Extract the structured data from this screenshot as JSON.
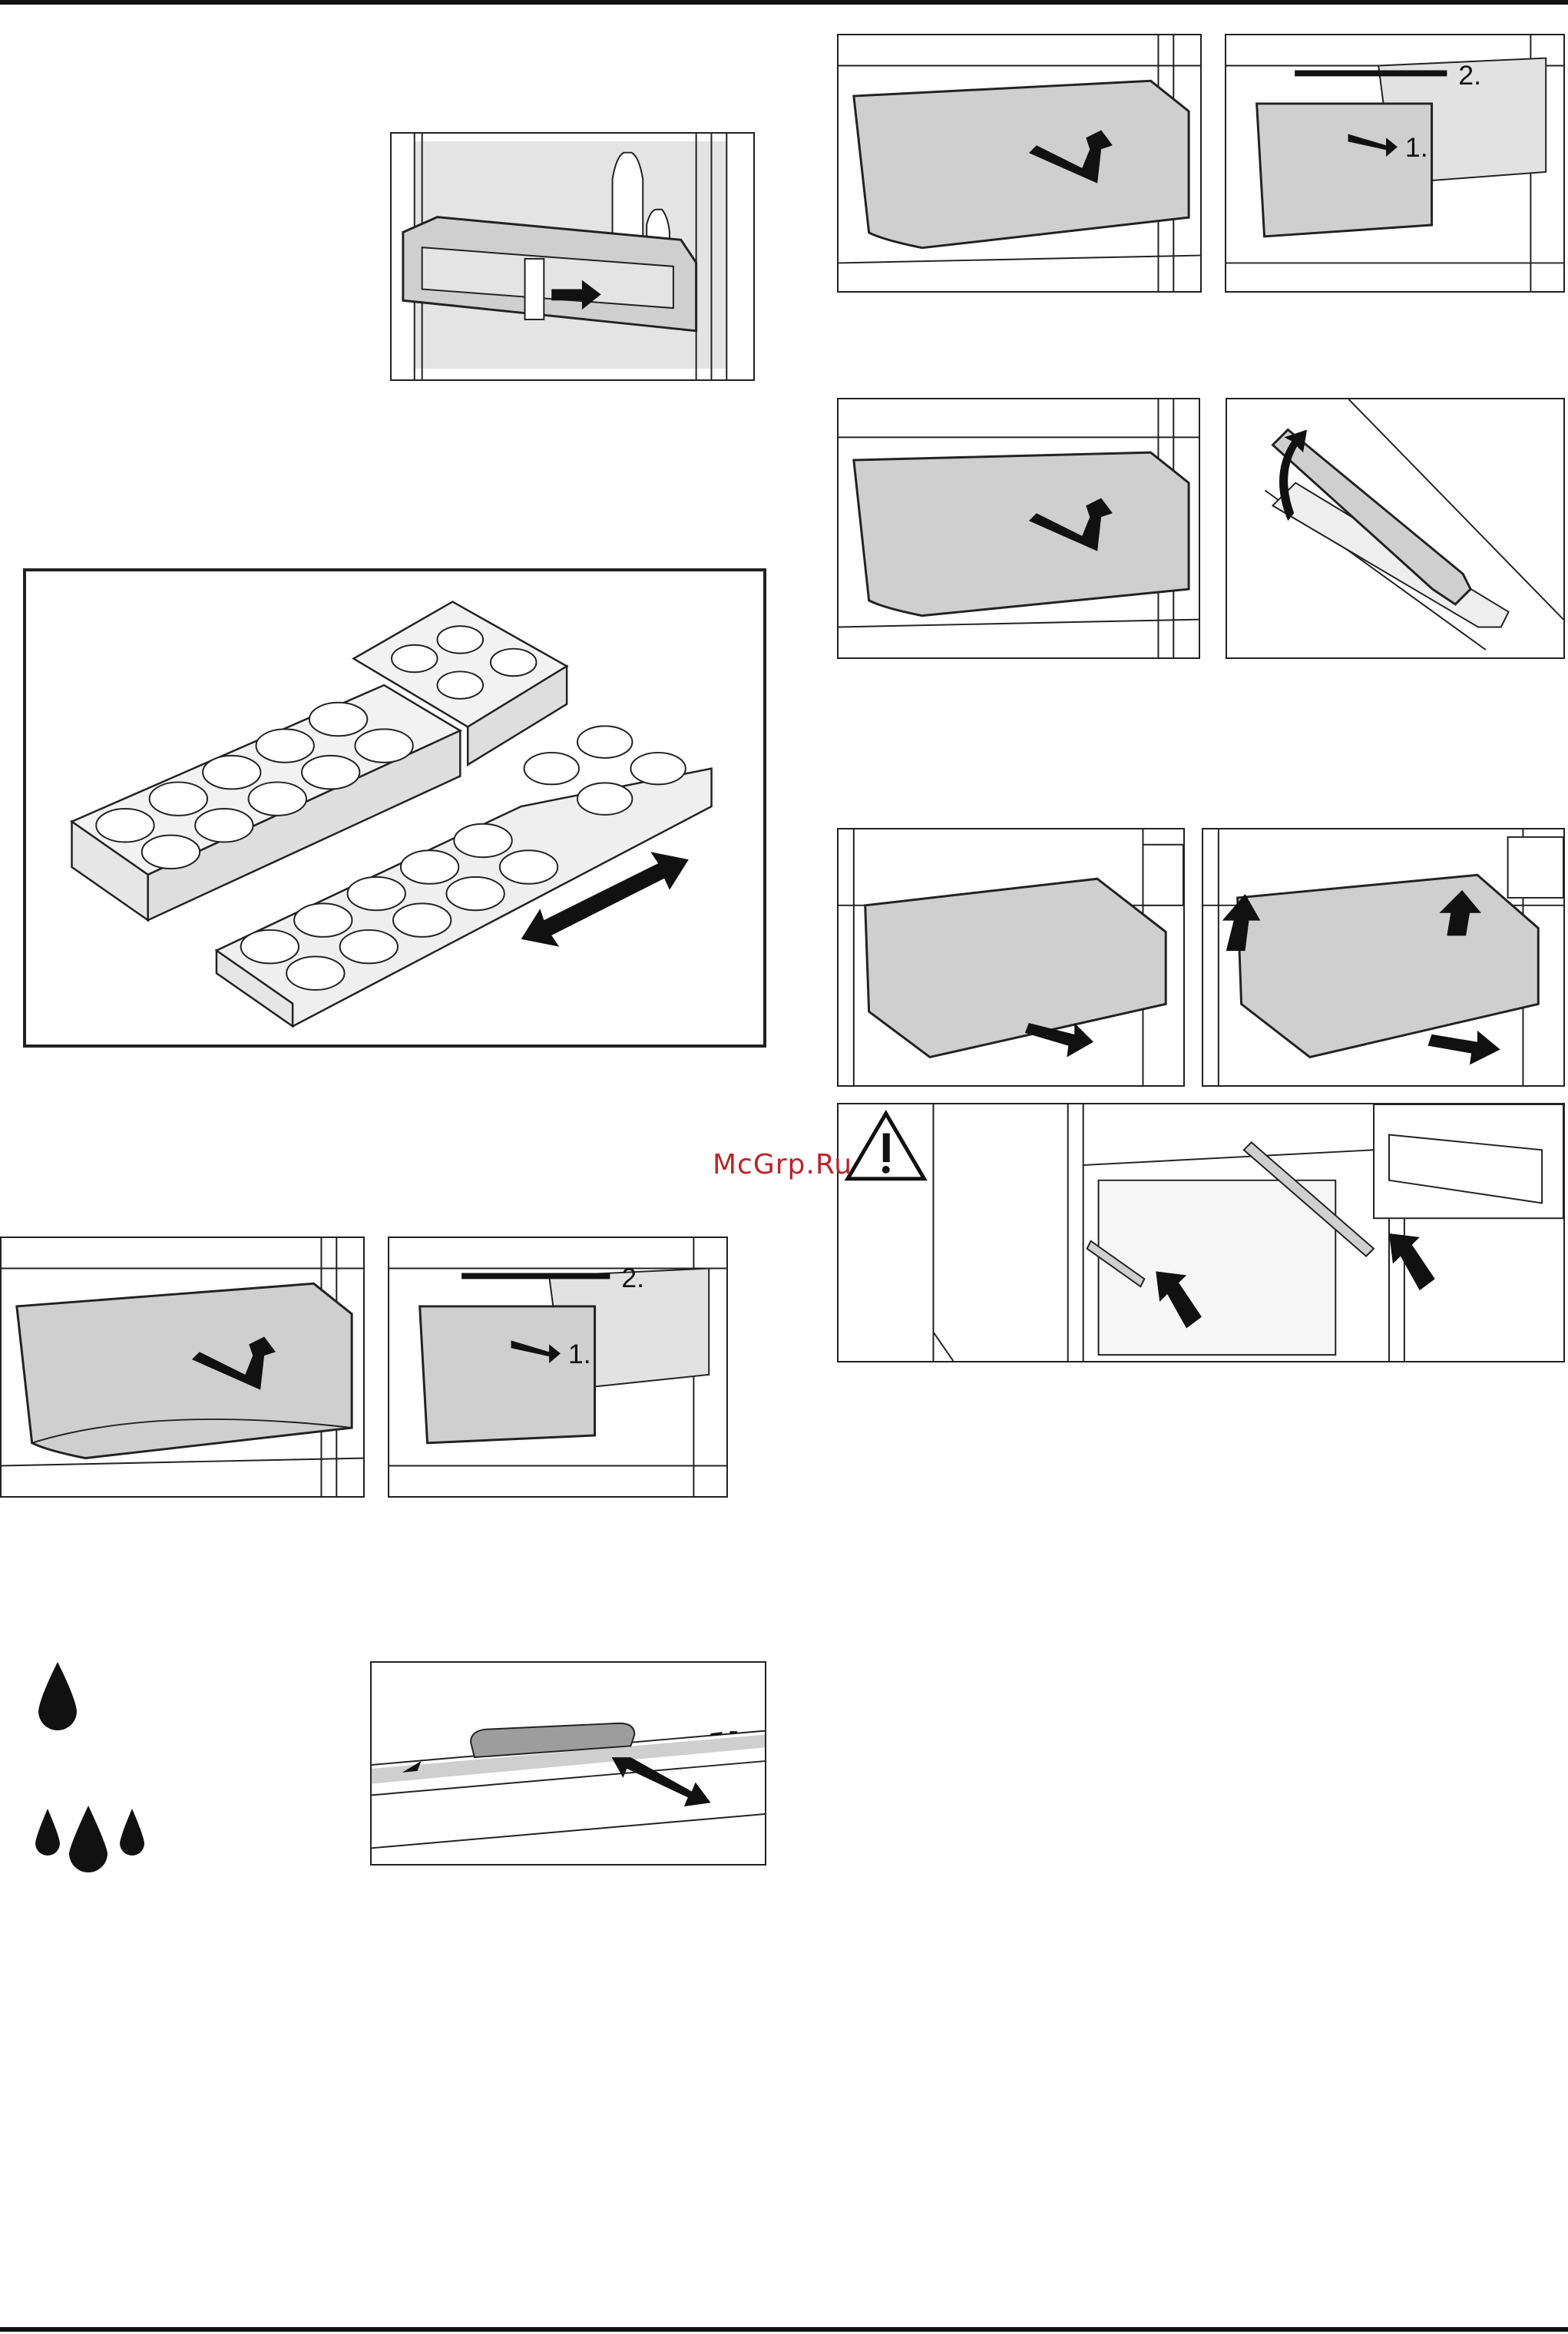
{
  "watermark": {
    "text": "McGrp.Ru",
    "color": "#b8262b"
  },
  "figures": {
    "drawer_remove_left": {
      "step1": "1.",
      "step2": "2."
    },
    "drawer_remove_right": {
      "step1": "1.",
      "step2": "2."
    }
  },
  "icons": {
    "humidity_low": "single-drop-icon",
    "humidity_high": "triple-drop-icon",
    "warning": "warning-triangle-icon"
  },
  "colors": {
    "fill_gray": "#cfcfcf",
    "line": "#222222",
    "arrow": "#111111"
  }
}
